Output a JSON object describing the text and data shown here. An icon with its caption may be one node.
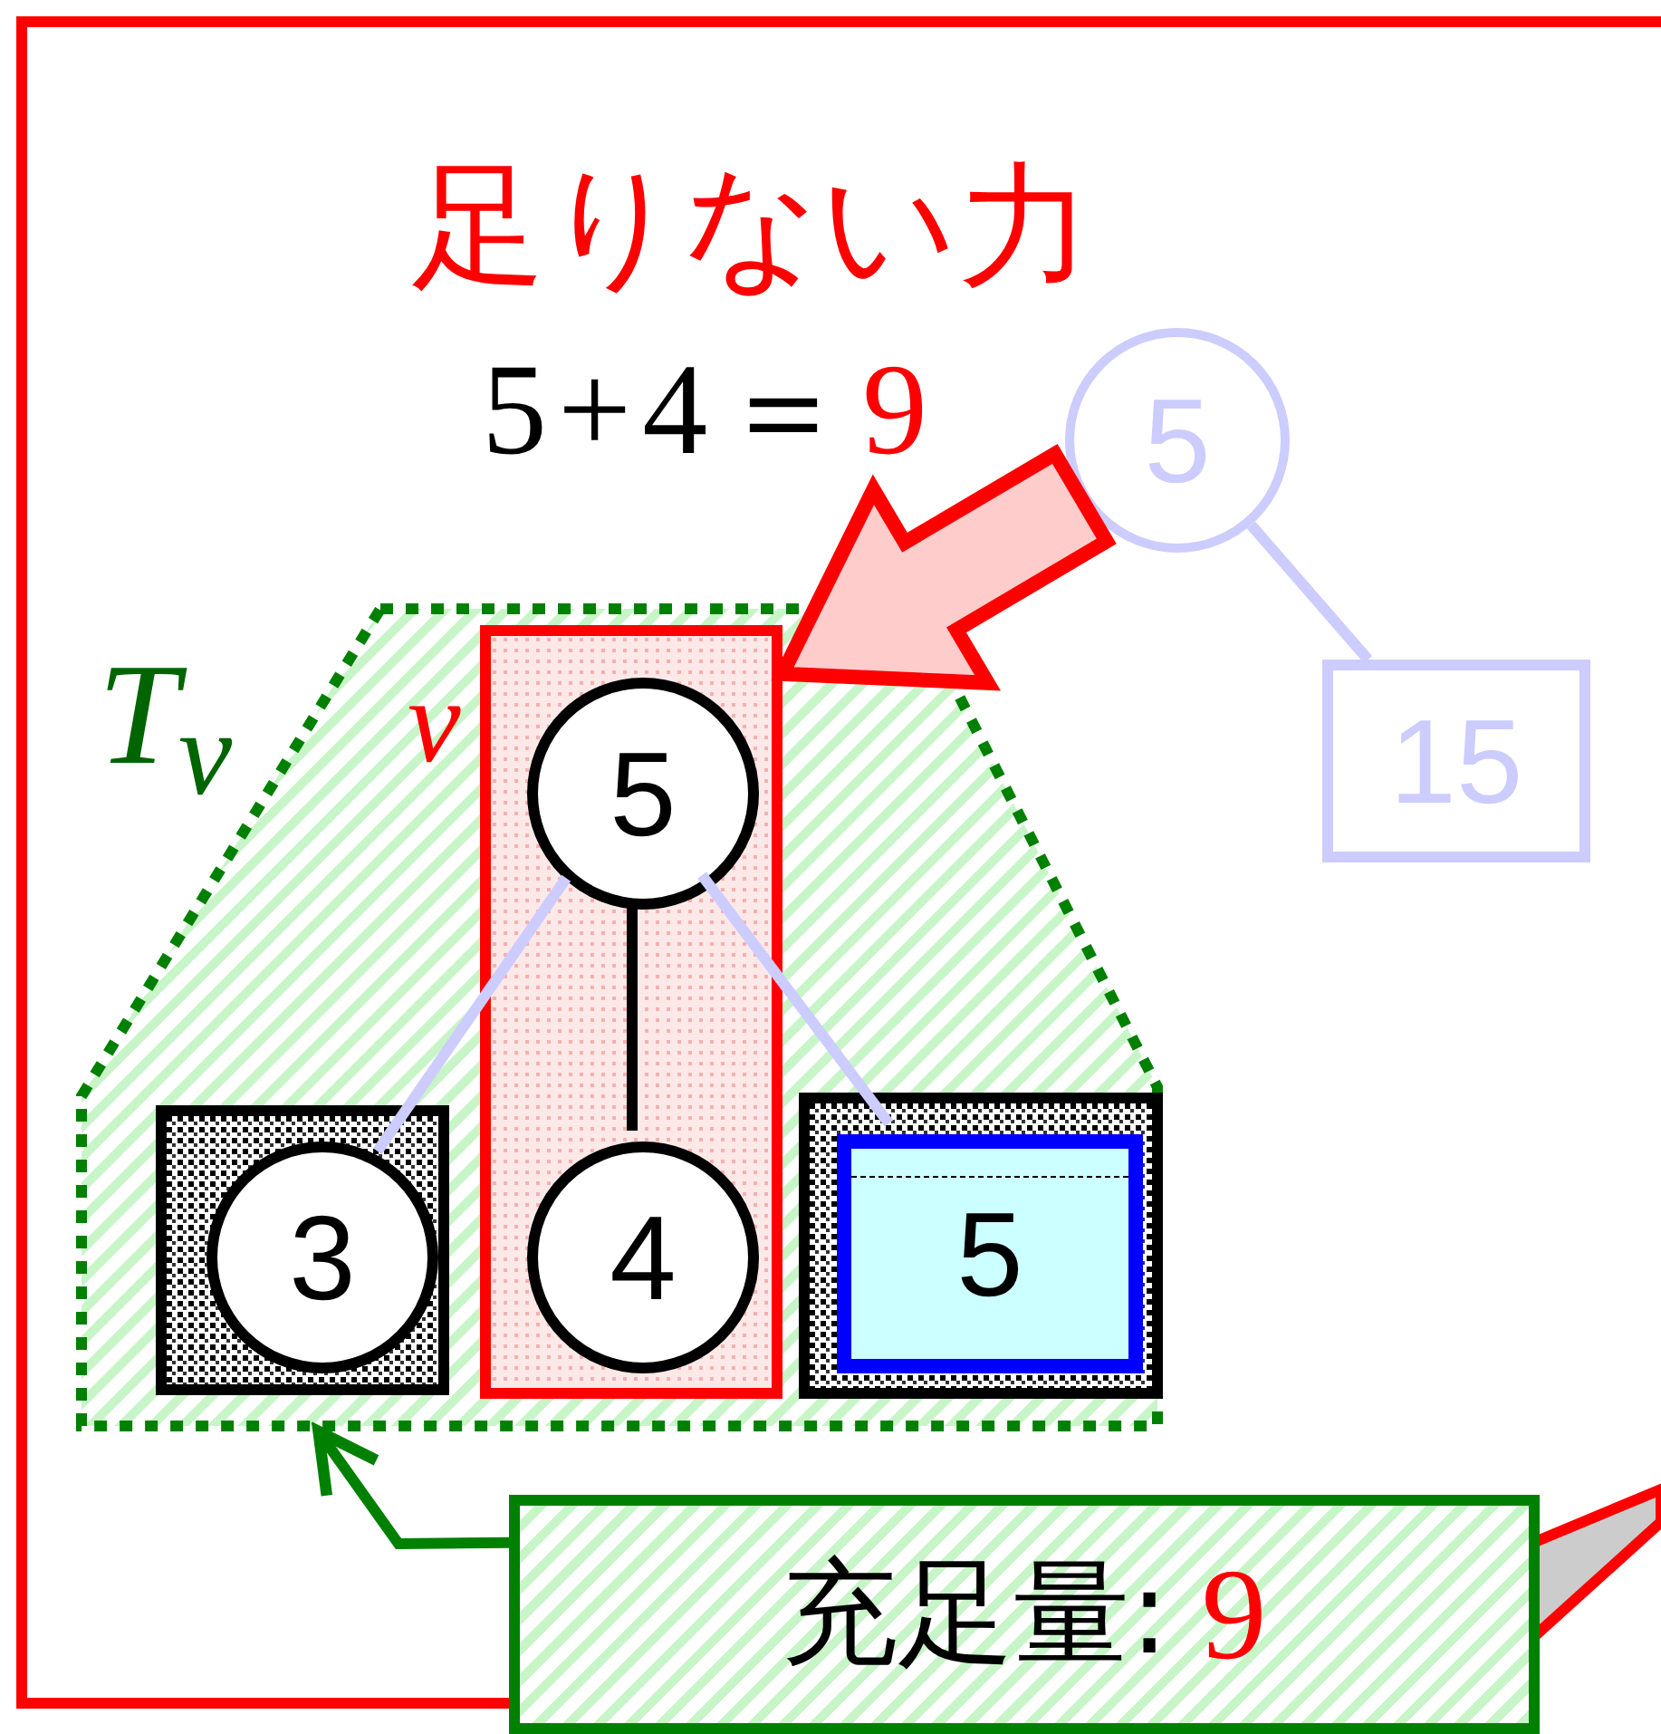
{
  "diagram": {
    "title": "足りない力",
    "nodes": [
      {
        "text": [
          "5"
        ]
      },
      {
        "text": [
          "15"
        ]
      },
      {
        "text": [
          "T$_{v}$"
        ]
      },
      {
        "text": [
          "v"
        ],
        "in": 2
      },
      {
        "text": [
          "5"
        ],
        "in": 3
      },
      {
        "text": [
          "4"
        ],
        "in": 3
      },
      {
        "text": [],
        "shape": "box",
        "in": 2
      },
      {
        "text": [
          "3"
        ],
        "in": 6
      },
      {
        "text": [],
        "shape": "box",
        "in": 2
      },
      {
        "text": [
          "5"
        ],
        "in": 8
      },
      {
        "text": [
          "充足量:",
          "9"
        ]
      }
    ],
    "edges": [
      {
        "from": 0,
        "to": 1,
        "arrow": "none",
        "color": "#ccccff"
      },
      {
        "from": 4,
        "to": 5,
        "arrow": "none",
        "color": "#000000"
      },
      {
        "from": 4,
        "to": 7,
        "arrow": "none",
        "color": "#ccccff"
      },
      {
        "from": 4,
        "to": 9,
        "arrow": "none",
        "color": "#ccccff"
      },
      {
        "from": 0,
        "to": 3,
        "arrow": "to",
        "style": "thick",
        "color": "#ff0000"
      },
      {
        "from": 10,
        "to": 2,
        "arrow": "to",
        "color": "#008000"
      }
    ],
    "labels": [
      "5+4＝",
      "9"
    ]
  }
}
